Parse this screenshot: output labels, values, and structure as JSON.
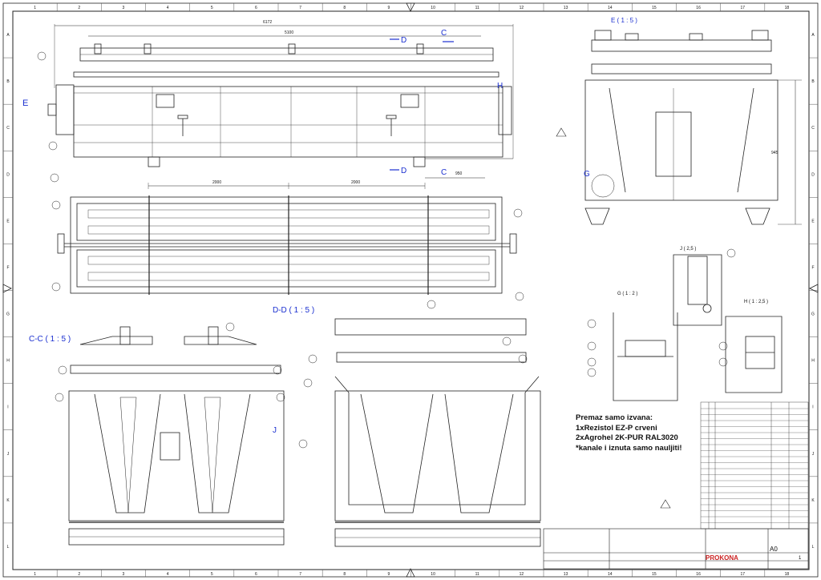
{
  "sections": {
    "dd": "D-D ( 1 : 5 )",
    "cc": "C-C ( 1 : 5 )",
    "e": "E ( 1 : 5 )",
    "j": "J ( 2,5 )",
    "g": "G ( 1 : 2 )",
    "h": "H ( 1 : 2,5 )"
  },
  "markers": {
    "d_top": "D",
    "d_bottom": "D",
    "c_top": "C",
    "c_bottom": "C",
    "e": "E",
    "h": "H",
    "g": "G",
    "j": "J"
  },
  "note": {
    "line1": "Premaz samo izvana:",
    "line2": "1xRezistol EZ-P crveni",
    "line3": "2xAgrohel 2K-PUR RAL3020",
    "line4": "*kanale i iznuta samo nauljiti!"
  },
  "dimensions": {
    "top_overall": "6172",
    "top_mid": "5100",
    "plan_left": "2000",
    "plan_right": "2000",
    "side_height": "945",
    "side_bottom": "950"
  },
  "title_block": {
    "company": "PROKONA",
    "format": "A0",
    "sheet": "1"
  },
  "grid": {
    "cols": [
      "1",
      "2",
      "3",
      "4",
      "5",
      "6",
      "7",
      "8",
      "9",
      "10",
      "11",
      "12",
      "13",
      "14",
      "15",
      "16",
      "17",
      "18"
    ],
    "rows": [
      "A",
      "B",
      "C",
      "D",
      "E",
      "F",
      "G",
      "H",
      "I",
      "J",
      "K",
      "L"
    ]
  }
}
